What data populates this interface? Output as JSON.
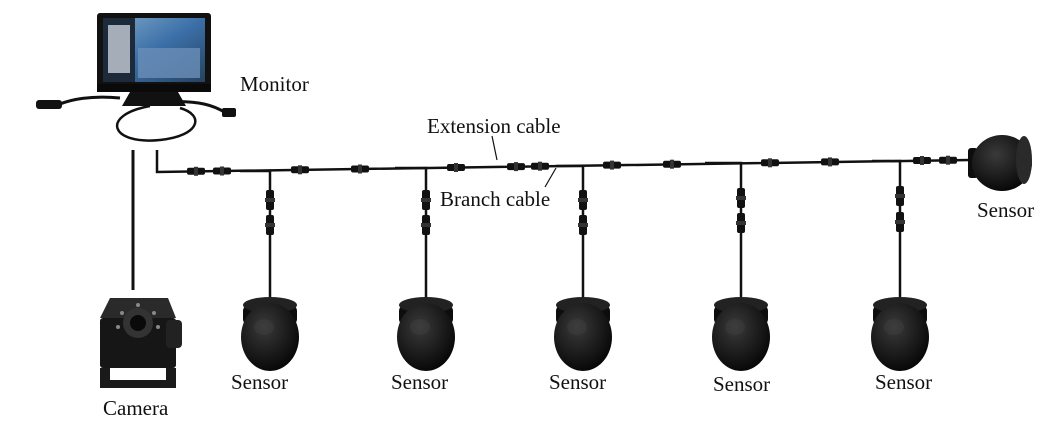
{
  "labels": {
    "monitor": "Monitor",
    "extension_cable": "Extension cable",
    "branch_cable": "Branch cable",
    "camera": "Camera",
    "sensor": "Sensor"
  },
  "colors": {
    "cable": "#111111",
    "device_body": "#1a1a1a",
    "screen": "#3b6fa8",
    "background": "#ffffff"
  },
  "components": {
    "drop_sensor_count": 5,
    "end_sensor_count": 1
  }
}
